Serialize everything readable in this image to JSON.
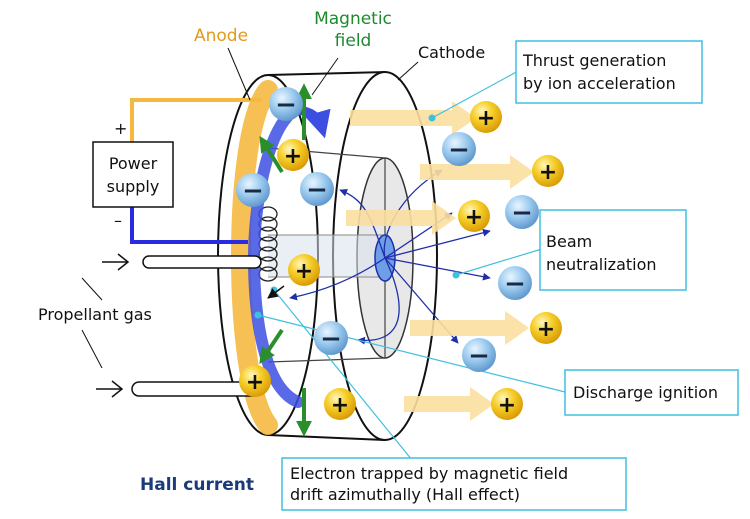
{
  "labels": {
    "anode": "Anode",
    "magnetic_line1": "Magnetic",
    "magnetic_line2": "field",
    "cathode": "Cathode",
    "power_line1": "Power",
    "power_line2": "supply",
    "plus": "+",
    "minus": "–",
    "propellant": "Propellant gas",
    "hall": "Hall current",
    "thrust_line1": "Thrust generation",
    "thrust_line2": "by ion acceleration",
    "beam_line1": "Beam",
    "beam_line2": "neutralization",
    "discharge": "Discharge ignition",
    "electron_line1": "Electron trapped by magnetic field",
    "electron_line2": "drift azimuthally (Hall effect)"
  },
  "particles": {
    "ion_sign": "+",
    "electron_sign": "−"
  },
  "colors": {
    "anode": "#f5b942",
    "magnetic_field": "#2a8f2a",
    "hall_current": "#3d4fe0",
    "ion": "#f3c11a",
    "electron": "#8ec2ec",
    "callout": "#3fc0dd",
    "beam_arrow": "#fbdfa0",
    "electron_path": "#1f2fa8"
  }
}
